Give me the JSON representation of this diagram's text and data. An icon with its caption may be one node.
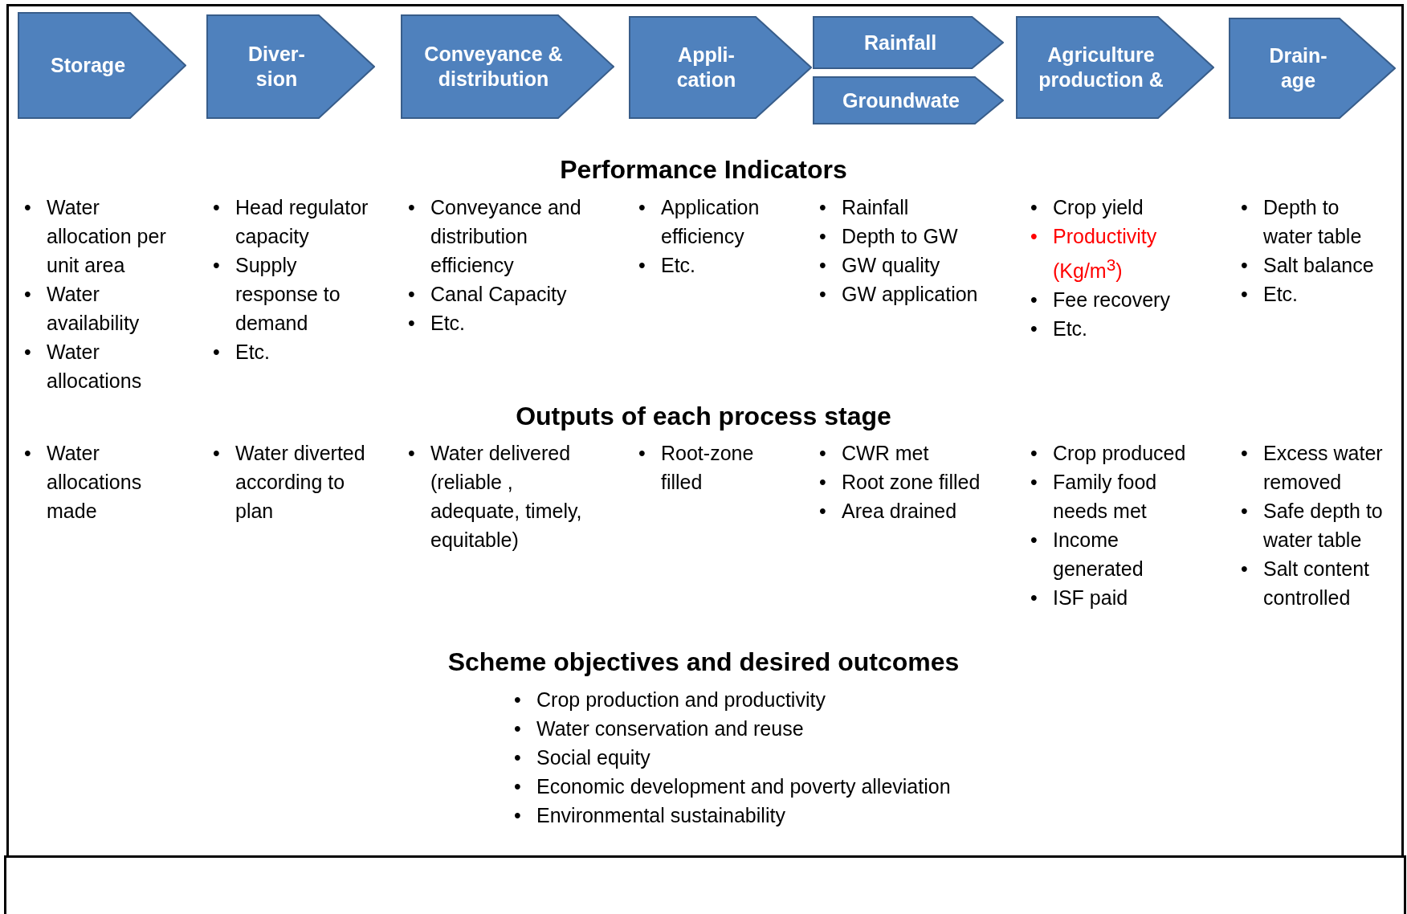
{
  "diagram": {
    "nodes": [
      {
        "text": [
          "Storage"
        ]
      },
      {
        "text": [
          "Diver- sion"
        ]
      },
      {
        "text": [
          "Conveyance & distribution"
        ]
      },
      {
        "text": [
          "Appli- cation"
        ]
      },
      {
        "text": [
          "Rainfall"
        ]
      },
      {
        "text": [
          "Groundwate"
        ]
      },
      {
        "text": [
          "Agriculture production &"
        ]
      },
      {
        "text": [
          "Drain- age"
        ]
      }
    ],
    "labels": [
      "Performance Indicators",
      "•",
      "Water allocation per unit area",
      "•",
      "Water availability",
      "•",
      "Water allocations",
      "•",
      "Head regulator capacity",
      "•",
      "Supply response to demand",
      "•",
      "Etc.",
      "•",
      "Conveyance and distribution efficiency",
      "•",
      "Canal Capacity",
      "•",
      "Etc.",
      "•",
      "Application efficiency",
      "•",
      "Etc.",
      "•",
      "Rainfall",
      "•",
      "Depth to GW",
      "•",
      "GW quality",
      "•",
      "GW application",
      "•",
      "Crop yield",
      "•",
      "Productivity (Kg/m$^{3}$)",
      "•",
      "Fee recovery",
      "•",
      "Etc.",
      "•",
      "Depth to water table",
      "•",
      "Salt balance",
      "•",
      "Etc.",
      "Outputs of each process stage",
      "•",
      "Water allocations made",
      "•",
      "Water diverted according to plan",
      "•",
      "Water delivered (reliable , adequate, timely, equitable)",
      "•",
      "Root-zone filled",
      "•",
      "CWR met",
      "•",
      "Root zone filled",
      "•",
      "Area drained",
      "•",
      "Crop produced",
      "•",
      "Family food needs met",
      "•",
      "Income generated",
      "•",
      "ISF paid",
      "•",
      "Excess water removed",
      "•",
      "Safe depth to water table",
      "•",
      "Salt content controlled",
      "Scheme objectives and desired outcomes",
      "•",
      "Crop production and productivity",
      "•",
      "Water conservation and reuse",
      "•",
      "Social equity",
      "•",
      "Economic development and poverty alleviation",
      "•",
      "Environmental sustainability"
    ]
  }
}
